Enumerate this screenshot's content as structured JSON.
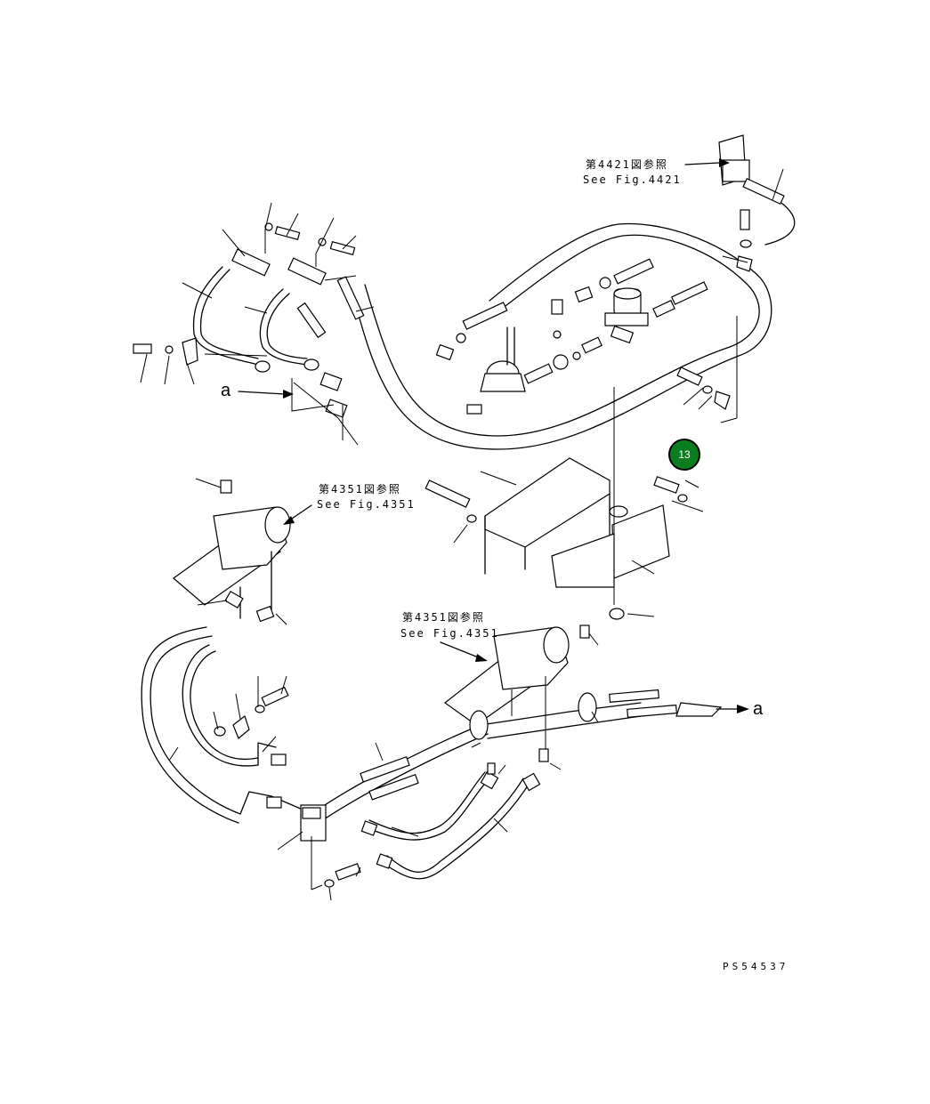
{
  "references": {
    "ref_4421": {
      "jp": "第4421図参照",
      "en": "See Fig.4421"
    },
    "ref_4351_top": {
      "jp": "第4351図参照",
      "en": "See Fig.4351"
    },
    "ref_4351_bottom": {
      "jp": "第4351図参照",
      "en": "See Fig.4351"
    }
  },
  "markers": {
    "a_left": "a",
    "a_right": "a"
  },
  "callout": {
    "label": "13",
    "color": "#0a7d1e"
  },
  "drawing_number": "PS54537"
}
